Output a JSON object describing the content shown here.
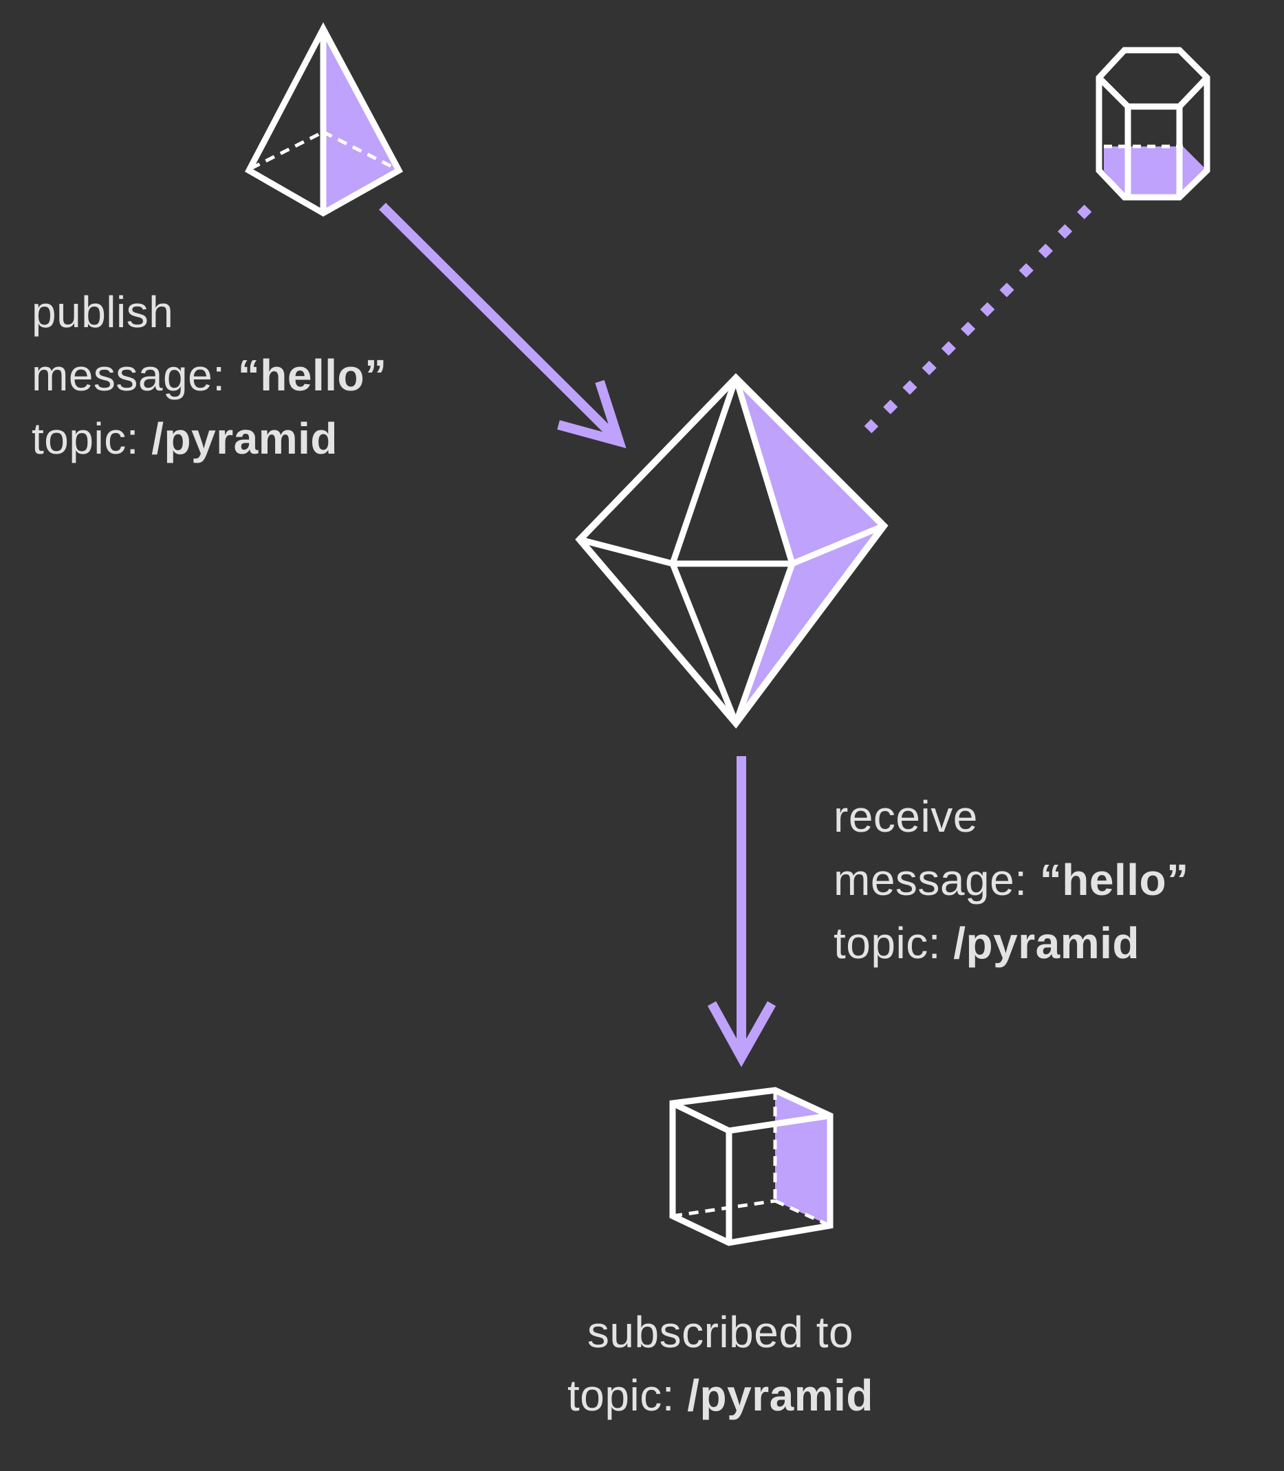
{
  "colors": {
    "background": "#333333",
    "outline": "#ffffff",
    "accent": "#bfa2fc",
    "text": "#e3e3e3"
  },
  "nodes": {
    "publisher": {
      "shape": "pyramid-icon"
    },
    "broker": {
      "shape": "octahedron-icon"
    },
    "idle_client": {
      "shape": "hexagonal-prism-icon"
    },
    "subscriber": {
      "shape": "cube-icon"
    }
  },
  "edges": [
    {
      "from": "publisher",
      "to": "broker",
      "style": "solid-arrow"
    },
    {
      "from": "broker",
      "to": "subscriber",
      "style": "solid-arrow"
    },
    {
      "from": "idle_client",
      "to": "broker",
      "style": "dotted-line"
    }
  ],
  "publish": {
    "action": "publish",
    "message_key": "message: ",
    "message_value": "“hello”",
    "topic_key": "topic: ",
    "topic_value": "/pyramid"
  },
  "receive": {
    "action": "receive",
    "message_key": "message: ",
    "message_value": "“hello”",
    "topic_key": "topic: ",
    "topic_value": "/pyramid"
  },
  "subscriber": {
    "line1": "subscribed to",
    "topic_key": "topic: ",
    "topic_value": "/pyramid"
  }
}
